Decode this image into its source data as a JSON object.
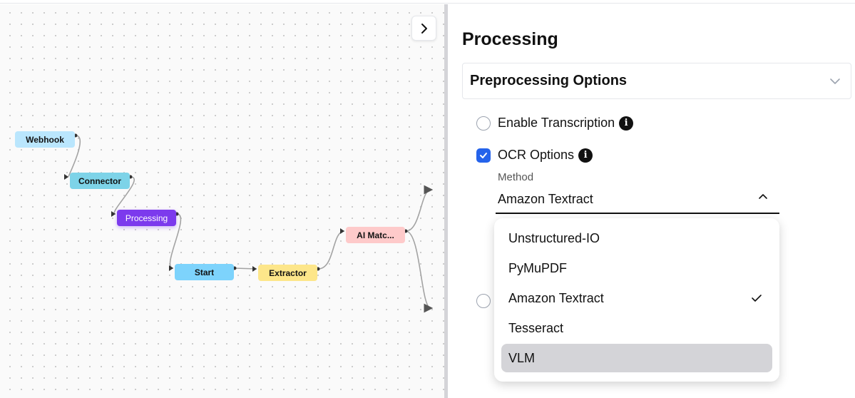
{
  "canvas": {
    "nodes": [
      {
        "id": "webhook",
        "label": "Webhook",
        "color": "#bae6fd"
      },
      {
        "id": "connector",
        "label": "Connector",
        "color": "#7dd3e8"
      },
      {
        "id": "processing",
        "label": "Processing",
        "color": "#7c3aed",
        "selected": true
      },
      {
        "id": "start",
        "label": "Start",
        "color": "#7dd3fc"
      },
      {
        "id": "extractor",
        "label": "Extractor",
        "color": "#fde68a"
      },
      {
        "id": "ai_match",
        "label": "AI Matc...",
        "color": "#fecaca"
      }
    ],
    "collapse_icon": "chevron-right-icon"
  },
  "panel": {
    "title": "Processing",
    "section": {
      "label": "Preprocessing Options",
      "icon": "chevron-down-icon"
    },
    "enable_transcription": {
      "label": "Enable Transcription",
      "checked": false,
      "icon": "info-icon"
    },
    "ocr_options": {
      "label": "OCR Options",
      "checked": true,
      "icon": "info-icon"
    },
    "method": {
      "label": "Method",
      "value": "Amazon Textract",
      "options": [
        "Unstructured-IO",
        "PyMuPDF",
        "Amazon Textract",
        "Tesseract",
        "VLM"
      ],
      "selected": "Amazon Textract",
      "hovered": "VLM"
    }
  },
  "colors": {
    "accent": "#2563eb",
    "selected_node": "#7c3aed"
  }
}
